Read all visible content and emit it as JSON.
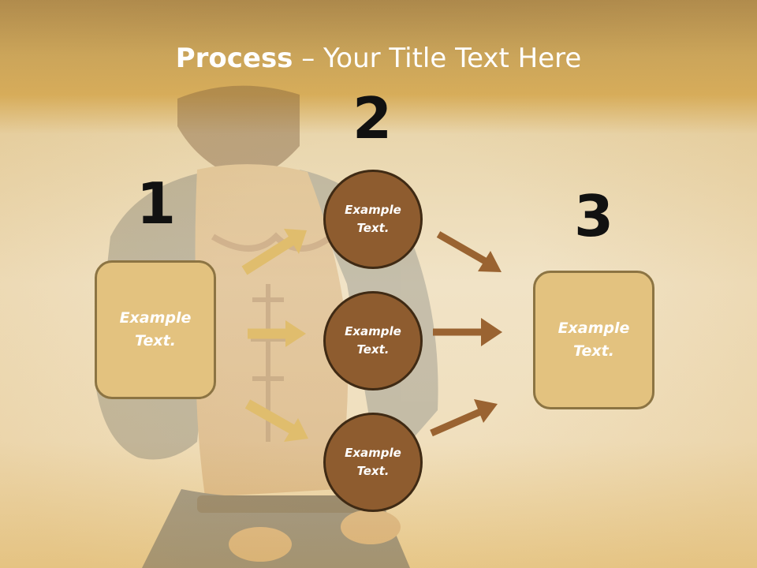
{
  "slide": {
    "title_strong": "Process",
    "title_rest": " – Your Title Text Here"
  },
  "steps": [
    {
      "number": "1",
      "text": "Example Text."
    },
    {
      "number": "2",
      "items": [
        "Example Text.",
        "Example Text.",
        "Example Text."
      ]
    },
    {
      "number": "3",
      "text": "Example Text."
    }
  ],
  "colors": {
    "box_fill": "#e3c27f",
    "box_border": "#8c7443",
    "circle_fill": "#8e5c2f",
    "circle_border": "#3f2a14",
    "arrow_light": "#e0bd6d",
    "arrow_dark": "#9a6331",
    "header_band": "#d7ad5a"
  }
}
